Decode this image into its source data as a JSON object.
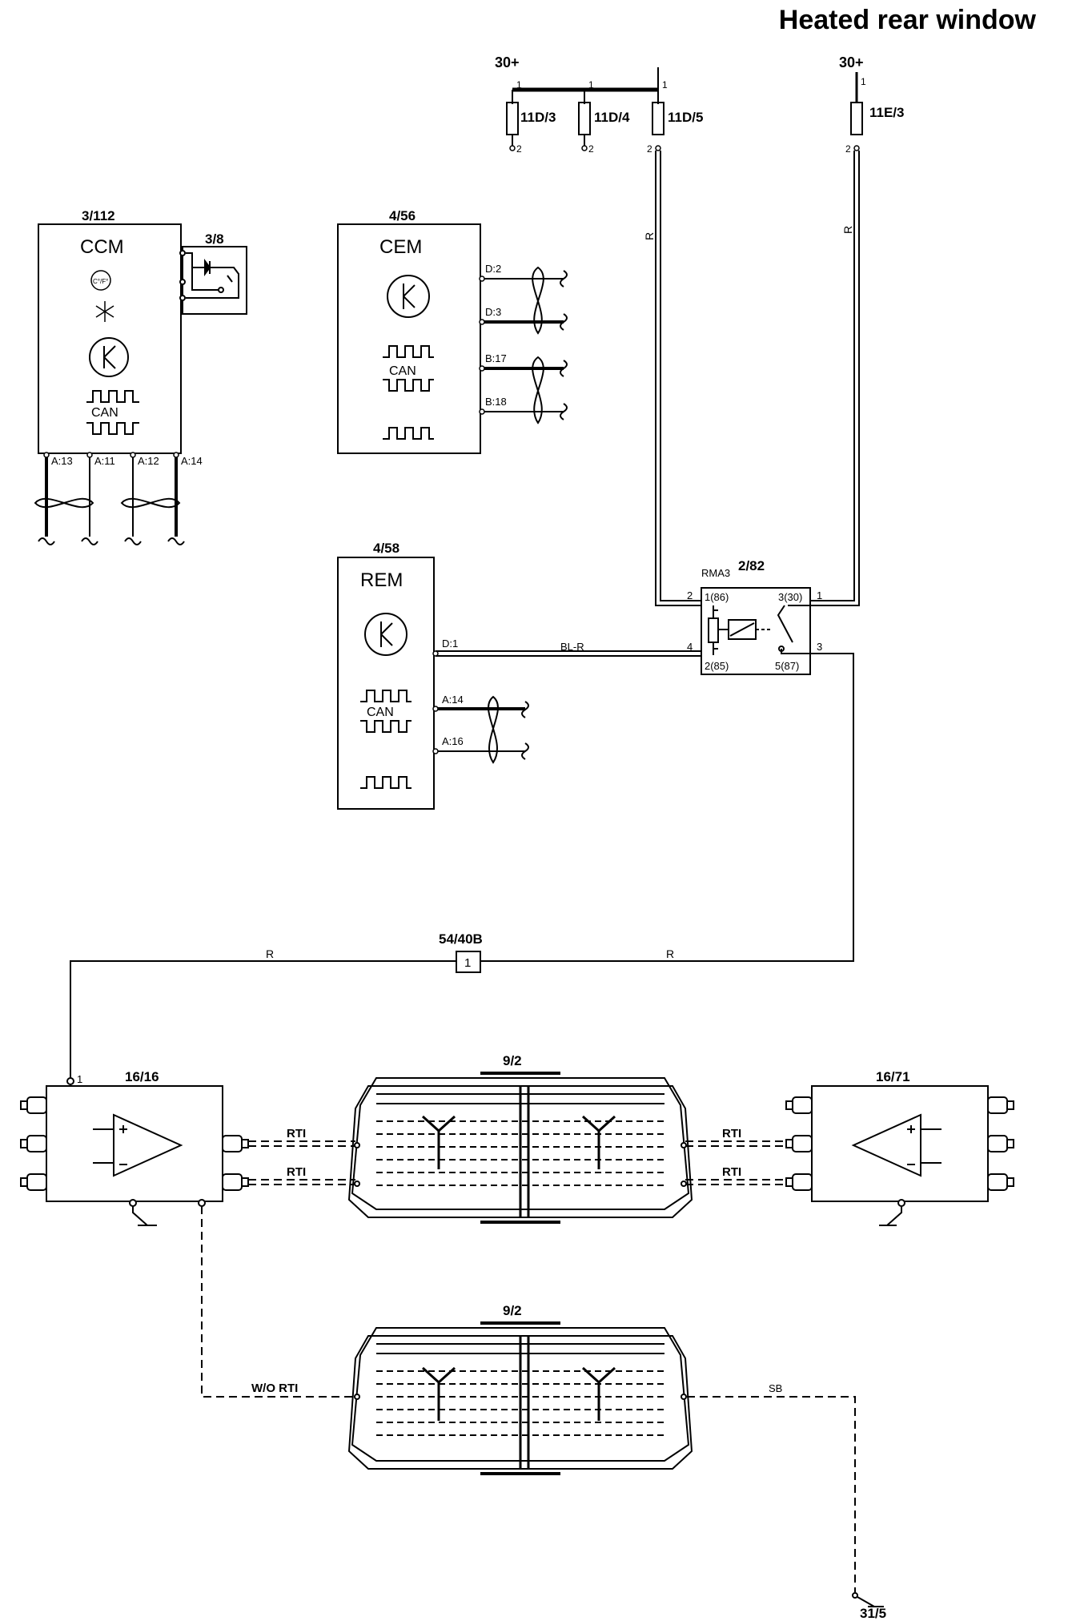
{
  "title": "Heated rear window",
  "supply": {
    "left": "30+",
    "right": "30+"
  },
  "fuses": [
    {
      "label": "11D/3",
      "pin_top": "1",
      "pin_bottom": "2"
    },
    {
      "label": "11D/4",
      "pin_top": "1",
      "pin_bottom": "2"
    },
    {
      "label": "11D/5",
      "pin_top": "1",
      "pin_bottom": "2"
    },
    {
      "label": "11E/3",
      "pin_top": "1",
      "pin_bottom": "2"
    }
  ],
  "modules": {
    "ccm": {
      "ref": "3/112",
      "name": "CCM",
      "degree": "C°/F°",
      "can": "CAN",
      "pins": [
        "A:13",
        "A:11",
        "A:12",
        "A:14"
      ]
    },
    "switch": {
      "ref": "3/8"
    },
    "cem": {
      "ref": "4/56",
      "name": "CEM",
      "can": "CAN",
      "pins": [
        "D:2",
        "D:3",
        "B:17",
        "B:18"
      ]
    },
    "rem": {
      "ref": "4/58",
      "name": "REM",
      "can": "CAN",
      "pins": [
        "D:1",
        "A:14",
        "A:16"
      ]
    },
    "relay": {
      "ref": "2/82",
      "bank": "RMA3",
      "pins": [
        "1(86)",
        "3(30)",
        "2(85)",
        "5(87)"
      ],
      "terminals": [
        "2",
        "1",
        "4",
        "3"
      ]
    },
    "connector": {
      "ref": "54/40B",
      "pin": "1"
    },
    "amp_left": {
      "ref": "16/16",
      "pin": "1"
    },
    "amp_right": {
      "ref": "16/71"
    },
    "window_top": {
      "ref": "9/2"
    },
    "window_bottom": {
      "ref": "9/2"
    },
    "ground": {
      "ref": "31/5"
    }
  },
  "wires": {
    "fuse5_to_relay": "R",
    "fuse_e3_to_relay": "R",
    "rem_to_relay": "BL-R",
    "connector_left": "R",
    "connector_right": "R",
    "rti_1": "RTI",
    "rti_2": "RTI",
    "rti_3": "RTI",
    "rti_4": "RTI",
    "wo_rti": "W/O RTI",
    "sb": "SB"
  }
}
